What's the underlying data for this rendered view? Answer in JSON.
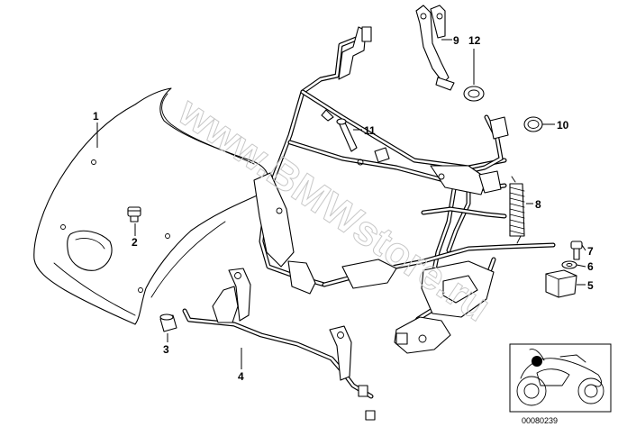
{
  "watermark": "www.BMWstore.ru",
  "reference_code": "00080239",
  "callouts": [
    {
      "id": "1",
      "label": "1"
    },
    {
      "id": "2",
      "label": "2"
    },
    {
      "id": "3",
      "label": "3"
    },
    {
      "id": "4",
      "label": "4"
    },
    {
      "id": "5",
      "label": "5"
    },
    {
      "id": "6",
      "label": "6"
    },
    {
      "id": "7",
      "label": "7"
    },
    {
      "id": "8",
      "label": "8"
    },
    {
      "id": "9",
      "label": "9"
    },
    {
      "id": "10",
      "label": "10"
    },
    {
      "id": "11",
      "label": "11"
    },
    {
      "id": "12",
      "label": "12"
    }
  ],
  "colors": {
    "line": "#000000",
    "background": "#ffffff",
    "watermark": "#c8c8c8",
    "marker": "#000000"
  }
}
